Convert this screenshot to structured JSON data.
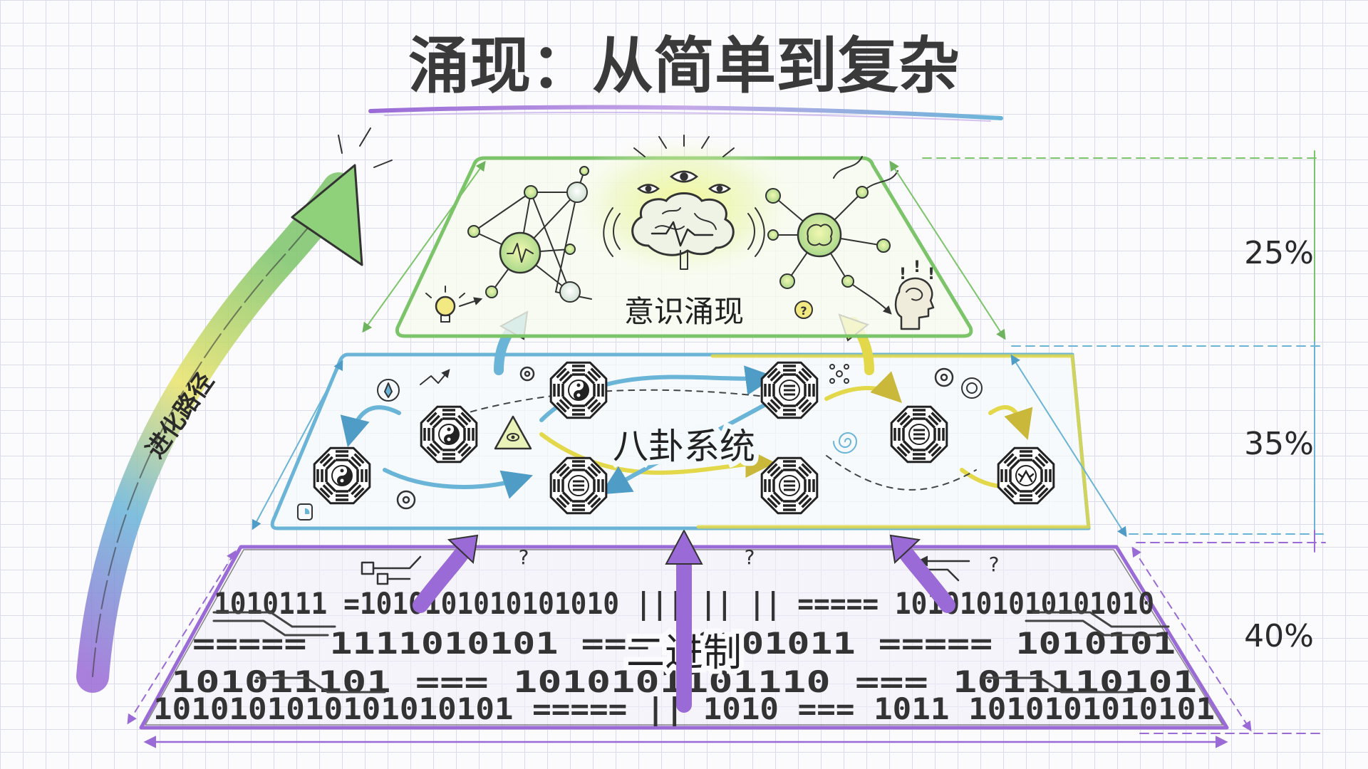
{
  "title": "涌现：从简单到复杂",
  "evolution_path_label": "进化路径",
  "tiers": [
    {
      "label": "意识涌现",
      "percent": "25%",
      "color": "#7cc46a"
    },
    {
      "label": "八卦系统",
      "percent": "35%",
      "color": "#6ab4d8"
    },
    {
      "label": "二进制",
      "percent": "40%",
      "color": "#9a6ad6"
    }
  ],
  "binary_rows": [
    "1010111  =1010101010101010  |||  ||  ||  =====  1010101010101010",
    "=====  1111010101  ===  10101011  =====  1010101",
    "101011101  ===  1010101101110  ===  1011110101",
    "1010101010101010101  =====  ||  1010  ===  1011  1010101010101"
  ],
  "icons": {
    "top": [
      "eye-icon",
      "brain-icon",
      "lightbulb-icon",
      "head-silhouette-icon",
      "question-icon"
    ],
    "middle": [
      "bagua-icon",
      "yin-yang-icon",
      "compass-icon",
      "gear-icon",
      "spiral-icon",
      "triangle-eye-icon"
    ],
    "bottom": [
      "circuit-icon",
      "question-icon"
    ]
  },
  "colors": {
    "top": "#7cc46a",
    "middle": "#6ab4d8",
    "middle_accent": "#e3d84a",
    "bottom": "#9a6ad6",
    "ink": "#2f2f2f"
  }
}
